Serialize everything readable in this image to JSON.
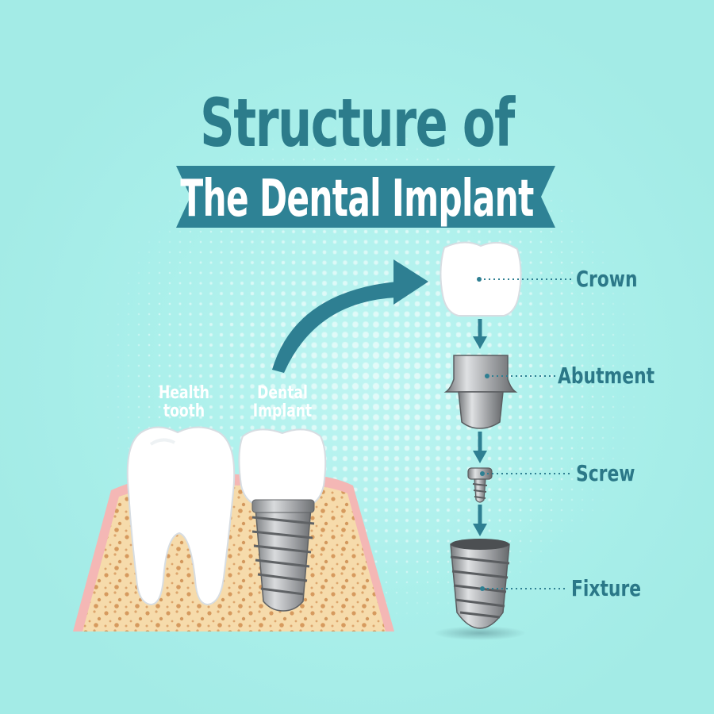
{
  "title": {
    "line1": "Structure of",
    "line2": "The Dental Implant"
  },
  "labels": {
    "healthy_tooth": [
      "Health",
      "tooth"
    ],
    "dental_implant": [
      "Dental",
      "Implant"
    ]
  },
  "parts": [
    {
      "name": "crown",
      "label": "Crown"
    },
    {
      "name": "abutment",
      "label": "Abutment"
    },
    {
      "name": "screw",
      "label": "Screw"
    },
    {
      "name": "fixture",
      "label": "Fixture"
    }
  ],
  "colors": {
    "background": "#a3ebe6",
    "title": "#2c7c8b",
    "banner": "#2e8295",
    "arrow": "#2e7f92",
    "bone": "#f5d9a8",
    "gum": "#f4b7b5",
    "metal": "#a3a5a8"
  }
}
